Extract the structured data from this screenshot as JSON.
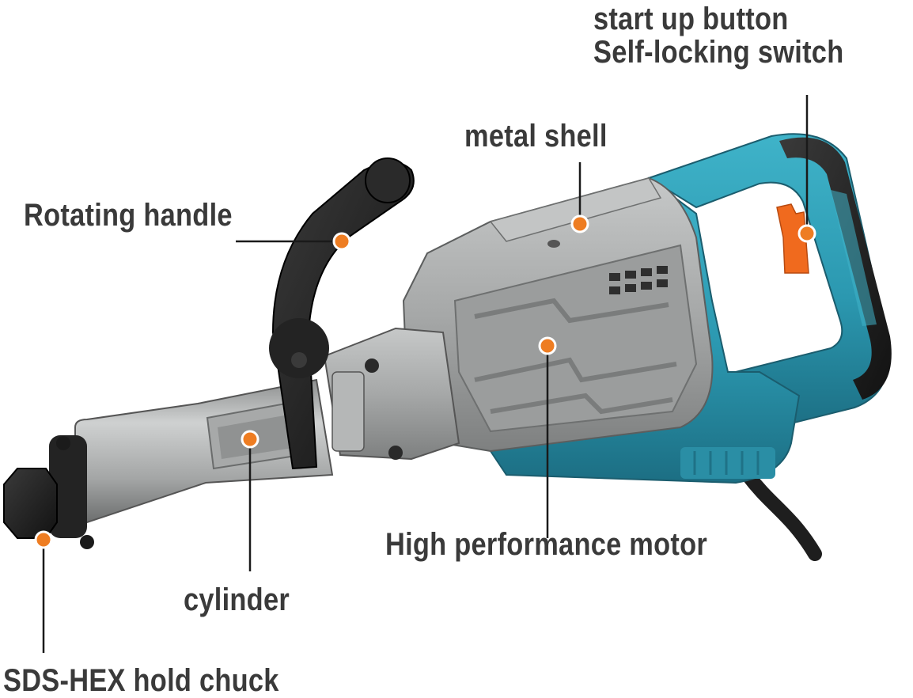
{
  "labels": {
    "start_up_button": "start up button",
    "self_locking_switch": "Self-locking switch",
    "metal_shell": "metal shell",
    "rotating_handle": "Rotating handle",
    "high_performance_motor": "High performance motor",
    "cylinder": "cylinder",
    "sds_hex_hold_chuck": "SDS-HEX hold chuck"
  },
  "colors": {
    "label_text": "#3a3a3a",
    "callout_dot": "#ee7d22",
    "leader_line": "#1a1a1a",
    "body_blue": "#2e9db4",
    "shell_grey": "#a9abab",
    "handle_black": "#1f1f1f",
    "trigger_orange": "#f06a1e"
  },
  "icons": {
    "product": "demolition-hammer-illustration"
  }
}
